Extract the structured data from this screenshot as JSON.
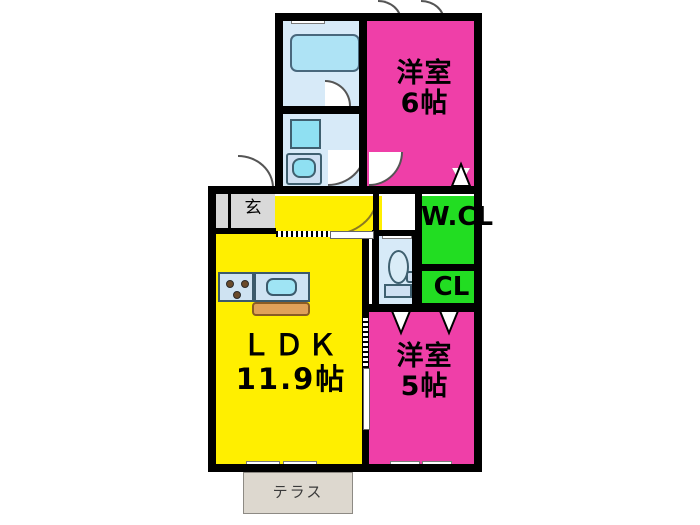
{
  "plan": {
    "type": "japanese-floor-plan",
    "title": "",
    "rooms": [
      {
        "id": "bedroom-6",
        "name": "洋室",
        "size": "6帖",
        "color": "#ef3fa8"
      },
      {
        "id": "bedroom-5",
        "name": "洋室",
        "size": "5帖",
        "color": "#ef3fa8"
      },
      {
        "id": "ldk",
        "name": "ＬＤＫ",
        "size": "11.9帖",
        "color": "#ffef00"
      },
      {
        "id": "walk-in-closet",
        "name": "W.CL",
        "size": "",
        "color": "#22dd22"
      },
      {
        "id": "closet",
        "name": "CL",
        "size": "",
        "color": "#22dd22"
      },
      {
        "id": "entrance",
        "name": "玄",
        "size": "",
        "color": "#d9d9d9"
      },
      {
        "id": "terrace",
        "name": "テラス",
        "size": "",
        "color": "#ddd8cf"
      },
      {
        "id": "bath",
        "name": "",
        "size": "",
        "color": "#d7eaf8"
      },
      {
        "id": "washroom",
        "name": "",
        "size": "",
        "color": "#d7eaf8"
      },
      {
        "id": "toilet",
        "name": "",
        "size": "",
        "color": "#d7eaf8"
      }
    ],
    "labels": {
      "bedroom6_name": "洋室",
      "bedroom6_size": "6帖",
      "bedroom5_name": "洋室",
      "bedroom5_size": "5帖",
      "ldk_name": "ＬＤＫ",
      "ldk_size": "11.9帖",
      "walk_in_closet": "W.CL",
      "closet": "CL",
      "entrance": "玄",
      "terrace": "テラス"
    },
    "fixtures": [
      {
        "name": "bathtub",
        "room": "bath"
      },
      {
        "name": "washing-machine-space",
        "room": "washroom"
      },
      {
        "name": "vanity-basin",
        "room": "washroom"
      },
      {
        "name": "toilet",
        "room": "toilet"
      },
      {
        "name": "kitchen-sink",
        "room": "ldk"
      },
      {
        "name": "gas-stove-3burner",
        "room": "ldk"
      },
      {
        "name": "kitchen-counter",
        "room": "ldk"
      }
    ],
    "colors": {
      "wall": "#000000",
      "bedroom": "#ef3fa8",
      "ldk": "#ffef00",
      "closet": "#22dd22",
      "water_area": "#d7eaf8",
      "entrance": "#d9d9d9",
      "terrace": "#ddd8cf",
      "background": "#ffffff"
    }
  }
}
